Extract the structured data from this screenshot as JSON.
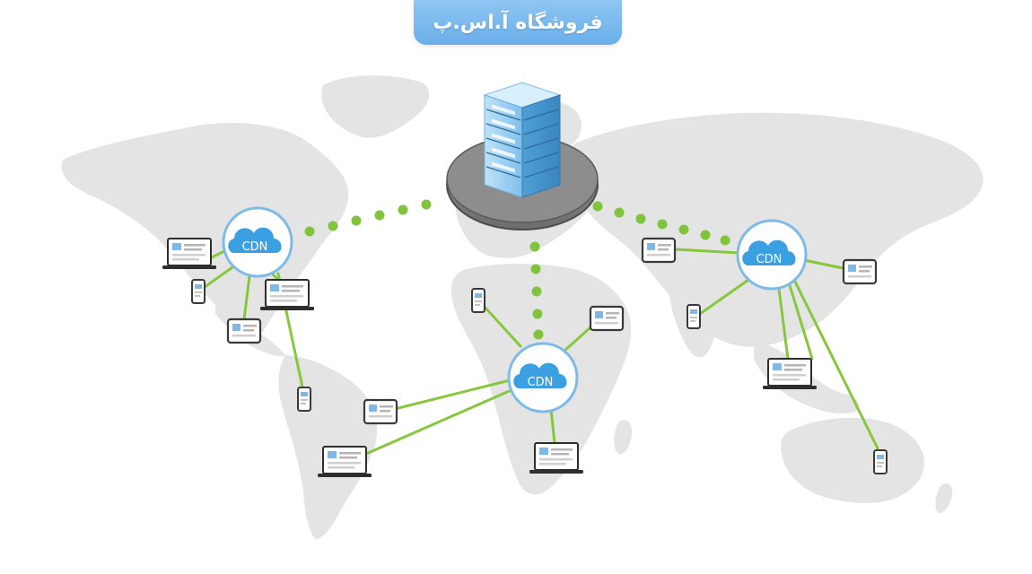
{
  "watermark": {
    "text": "فروشگاه آ.اس.پ"
  },
  "cdn_nodes": [
    {
      "id": "north-america",
      "label": "CDN"
    },
    {
      "id": "africa",
      "label": "CDN"
    },
    {
      "id": "asia",
      "label": "CDN"
    }
  ],
  "origin_server": {
    "icon": "server-rack-icon"
  },
  "colors": {
    "link": "#86c73b",
    "cdn_ring": "#6fb3e6",
    "cloud": "#3a9de0",
    "map": "#e3e3e3",
    "device": "#333333",
    "screen": "#ffffff"
  }
}
